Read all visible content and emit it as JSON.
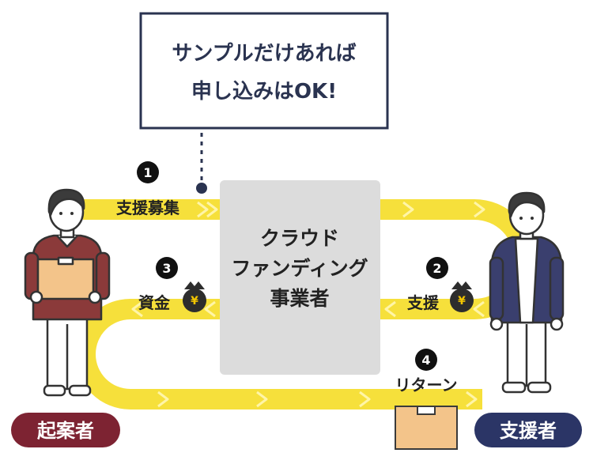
{
  "callout": {
    "line1": "サンプルだけあれば",
    "line2": "申し込みはOK!"
  },
  "center_box": {
    "line1": "クラウド",
    "line2": "ファンディング",
    "line3": "事業者"
  },
  "steps": [
    {
      "number": "1",
      "label": "支援募集"
    },
    {
      "number": "2",
      "label": "支援"
    },
    {
      "number": "3",
      "label": "資金"
    },
    {
      "number": "4",
      "label": "リターン"
    }
  ],
  "money_symbol": "¥",
  "roles": {
    "left": "起案者",
    "right": "支援者"
  },
  "colors": {
    "flow_yellow": "#f6e03b",
    "chevron": "#fff5a8",
    "navy": "#2a3350",
    "center_gray": "#dcdcdc",
    "proposer_badge": "#7d2332",
    "supporter_badge": "#2b3566",
    "parcel": "#f3c48a"
  },
  "icons": [
    "money-bag-icon",
    "parcel-box-icon",
    "proposer-person-icon",
    "supporter-person-icon"
  ]
}
